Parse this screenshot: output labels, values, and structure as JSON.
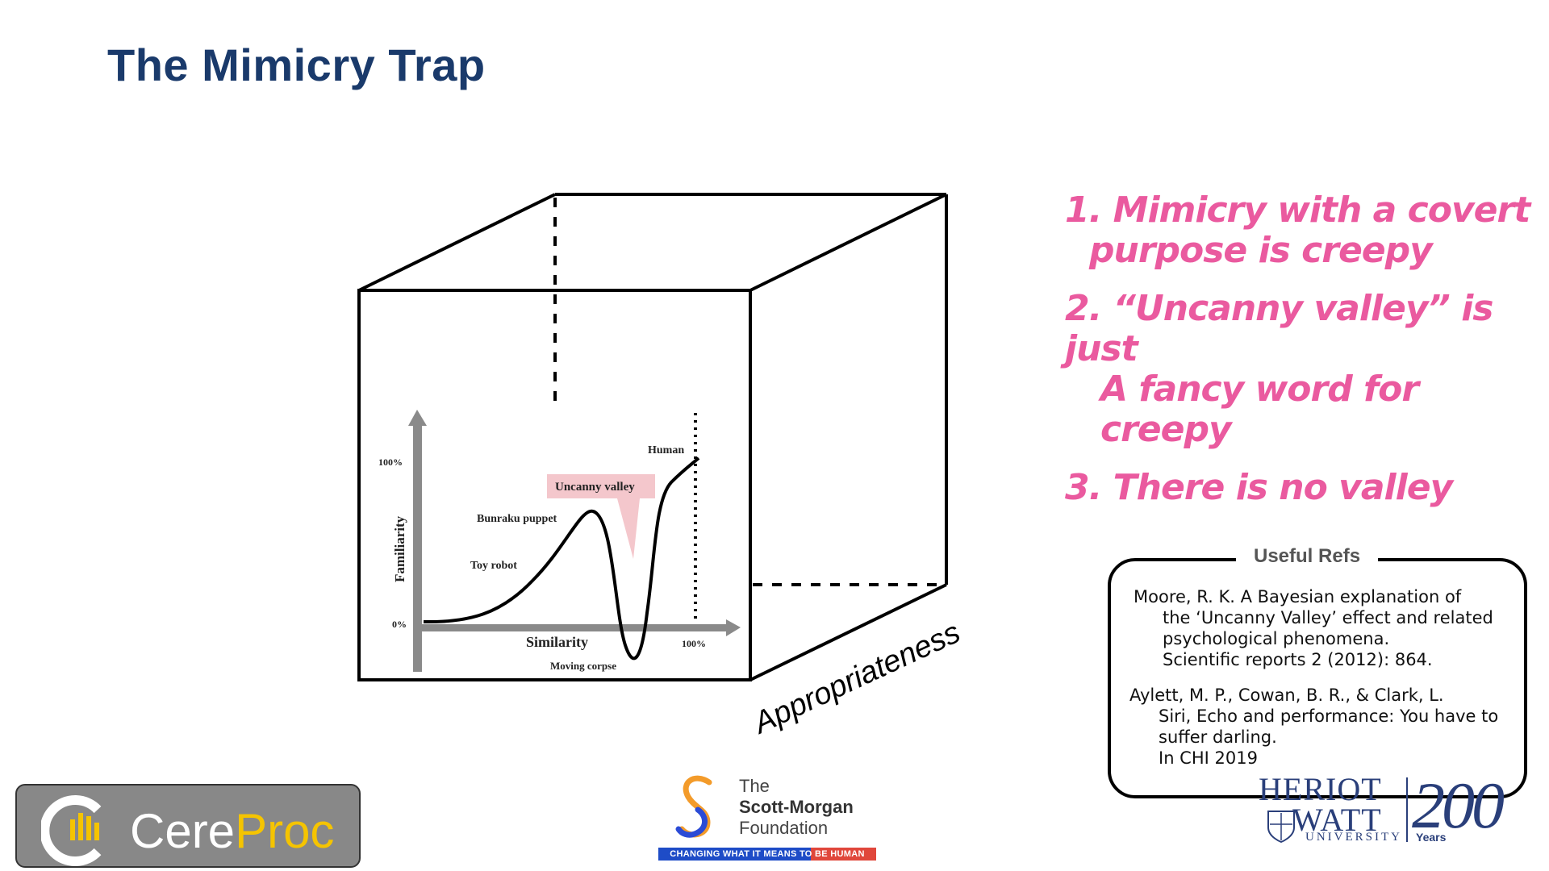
{
  "slide": {
    "title": "The Mimicry Trap"
  },
  "diagram": {
    "axis_depth_label": "Appropriateness",
    "graph": {
      "y_axis_label": "Familiarity",
      "x_axis_label": "Similarity",
      "y_tick_top": "100%",
      "y_tick_bottom": "0%",
      "x_tick_right": "100%",
      "labels": {
        "human": "Human",
        "uncanny_valley": "Uncanny valley",
        "bunraku": "Bunraku puppet",
        "toy_robot": "Toy robot",
        "moving_corpse": "Moving corpse"
      }
    }
  },
  "points": [
    {
      "num": "1.",
      "line1": "Mimicry with a  covert",
      "line2": "purpose is creepy"
    },
    {
      "num": "2.",
      "line1": "“Uncanny valley” is just",
      "line2": "A fancy word for creepy"
    },
    {
      "num": "3.",
      "line1": "There is no valley",
      "line2": ""
    }
  ],
  "refs": {
    "title": "Useful Refs",
    "ref1": {
      "line1": "Moore, R. K. A Bayesian explanation of",
      "line2": "the ‘Uncanny Valley’ effect and related",
      "line3": "psychological phenomena.",
      "line4": "Scientific reports 2 (2012): 864."
    },
    "ref2": {
      "line1": "Aylett, M. P., Cowan, B. R., & Clark, L.",
      "line2": "Siri, Echo and performance: You have to",
      "line3": "suffer darling.",
      "line4": "In CHI 2019"
    }
  },
  "logos": {
    "cereproc": {
      "part1": "Cere",
      "part2": "Proc"
    },
    "smf": {
      "the": "The",
      "scott": "Scott-Morgan",
      "foundation": "Foundation",
      "tagline_1": "CHANGING WHAT IT MEANS TO BE ",
      "tagline_2": "HUMAN"
    },
    "hw": {
      "heriot": "HERIOT",
      "watt": "WATT",
      "university": "UNIVERSITY",
      "num": "200",
      "years": "Years"
    }
  },
  "colors": {
    "title": "#1a3a6b",
    "accent_pink": "#ea5a9f",
    "valley_box": "#f4c7cc"
  }
}
